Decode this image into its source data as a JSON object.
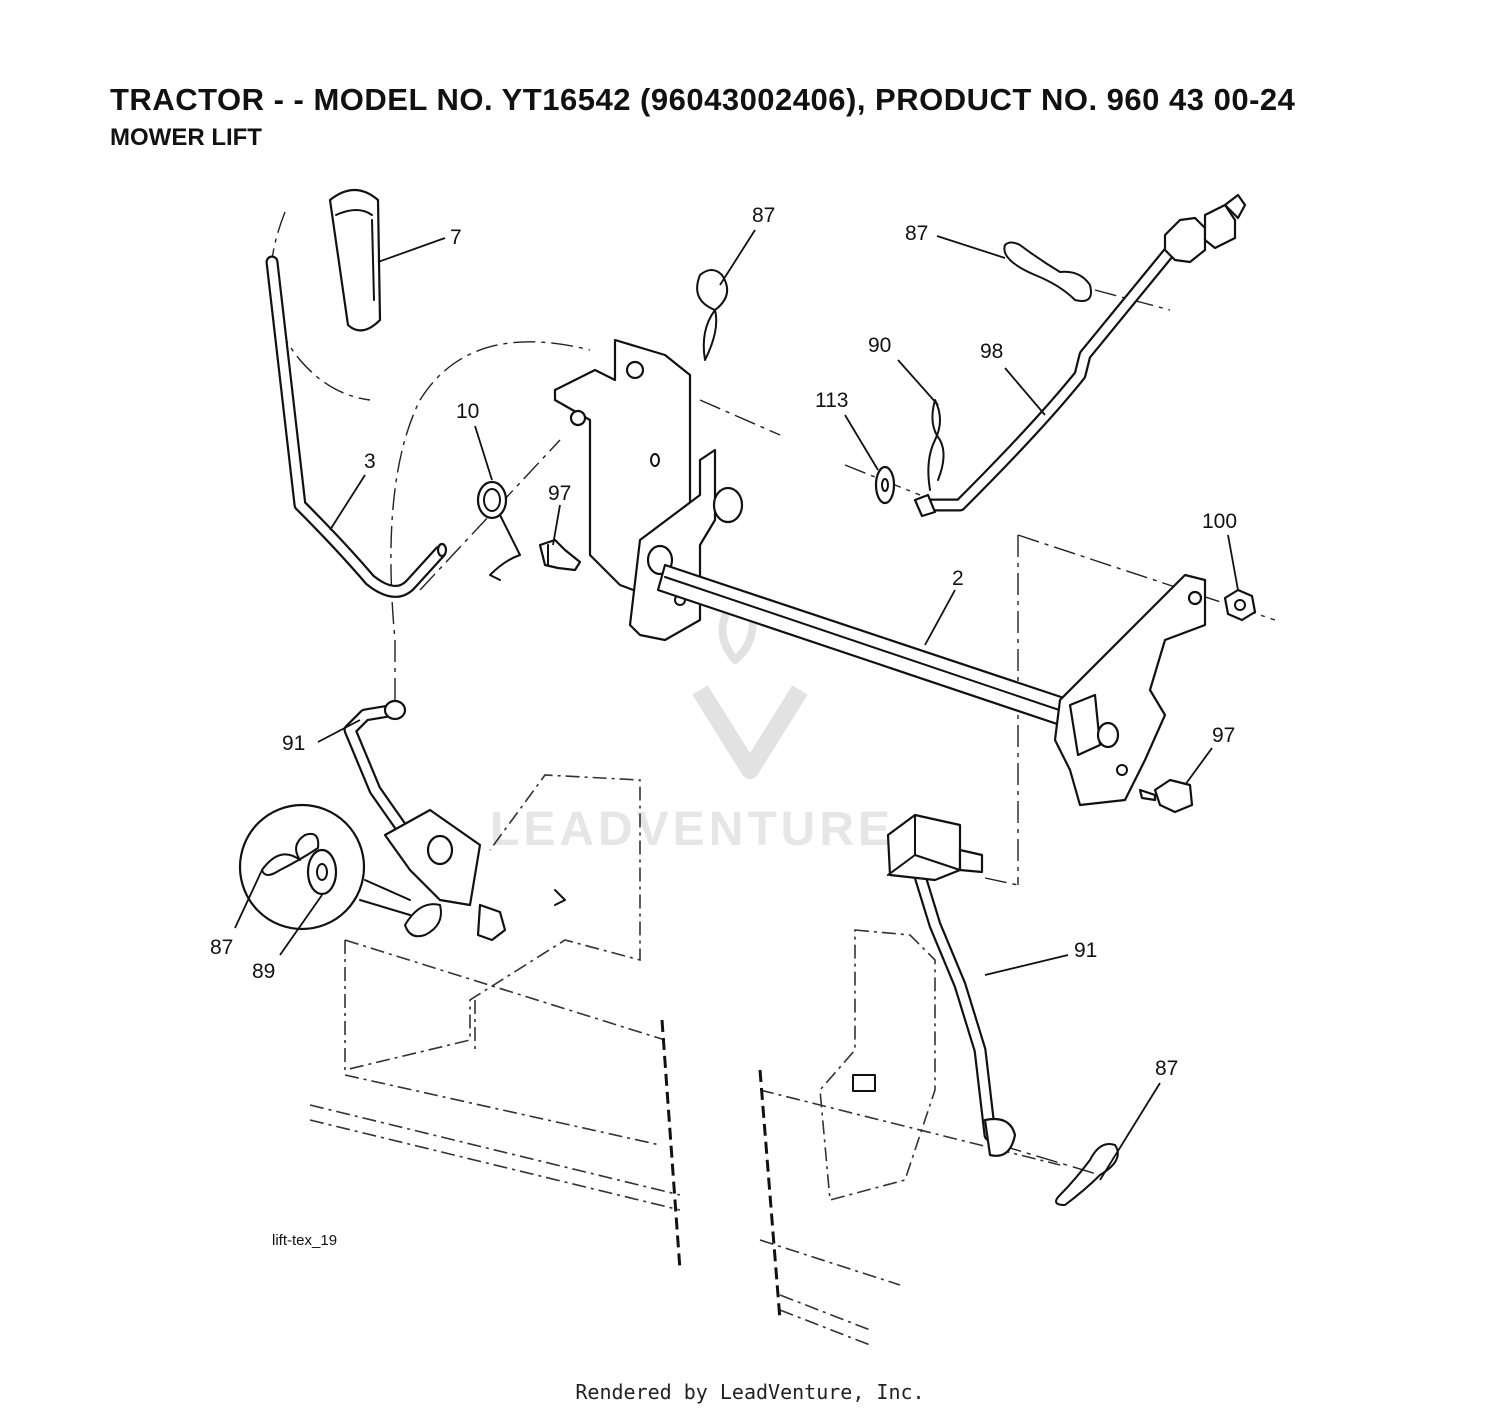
{
  "header": {
    "title": "TRACTOR - - MODEL NO. YT16542 (96043002406), PRODUCT NO. 960 43 00-24",
    "subtitle": "MOWER LIFT"
  },
  "diagram": {
    "callouts": {
      "c7": "7",
      "c87a": "87",
      "c87b": "87",
      "c10": "10",
      "c3": "3",
      "c97a": "97",
      "c90": "90",
      "c98": "98",
      "c113": "113",
      "c100": "100",
      "c2": "2",
      "c97b": "97",
      "c91a": "91",
      "c87c": "87",
      "c89": "89",
      "c91b": "91",
      "c87d": "87"
    },
    "figure_code": "lift-tex_19",
    "watermark": "LEADVENTURE"
  },
  "footer": {
    "credit": "Rendered by LeadVenture, Inc."
  }
}
